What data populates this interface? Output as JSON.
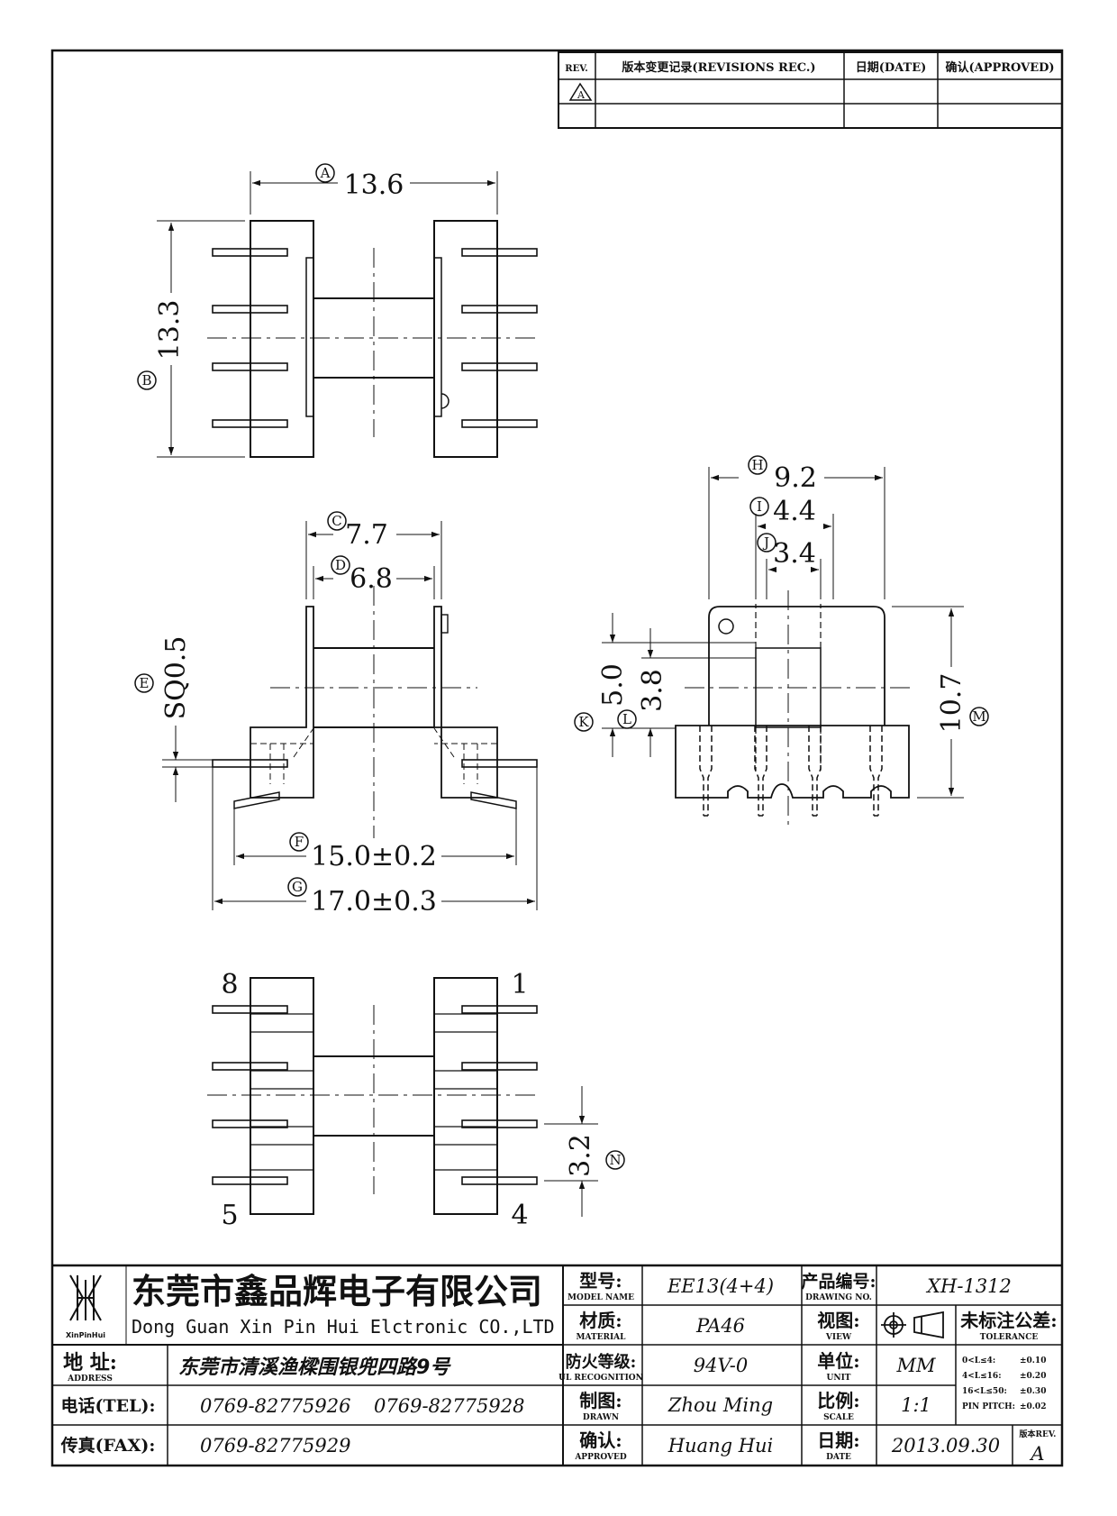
{
  "revision_table": {
    "col_rev": "REV.",
    "col_record": "版本变更记录(REVISIONS REC.)",
    "col_date": "日期(DATE)",
    "col_approved": "确认(APPROVED)",
    "rev_symbol": "A"
  },
  "dimensions": {
    "A": {
      "mark": "A",
      "value": "13.6"
    },
    "B": {
      "mark": "B",
      "value": "13.3"
    },
    "C": {
      "mark": "C",
      "value": "7.7"
    },
    "D": {
      "mark": "D",
      "value": "6.8"
    },
    "E": {
      "mark": "E",
      "value": "SQ0.5"
    },
    "F": {
      "mark": "F",
      "value": "15.0±0.2"
    },
    "G": {
      "mark": "G",
      "value": "17.0±0.3"
    },
    "H": {
      "mark": "H",
      "value": "9.2"
    },
    "I": {
      "mark": "I",
      "value": "4.4"
    },
    "J": {
      "mark": "J",
      "value": "3.4"
    },
    "K": {
      "mark": "K",
      "value": "5.0"
    },
    "L": {
      "mark": "L",
      "value": "3.8"
    },
    "M": {
      "mark": "M",
      "value": "10.7"
    },
    "N": {
      "mark": "N",
      "value": "3.2"
    }
  },
  "pin_numbers": {
    "p8": "8",
    "p1": "1",
    "p5": "5",
    "p4": "4"
  },
  "title_block": {
    "company_cn": "东莞市鑫品辉电子有限公司",
    "company_en": "Dong Guan Xin Pin Hui Elctronic CO.,LTD",
    "logo_text": "XinPinHui",
    "model_label": "型号:",
    "model_label_en": "MODEL NAME",
    "model": "EE13(4+4)",
    "drawing_no_label": "产品编号:",
    "drawing_no_label_en": "DRAWING NO.",
    "drawing_no": "XH-1312",
    "material_label": "材质:",
    "material_label_en": "MATERIAL",
    "material": "PA46",
    "view_label": "视图:",
    "view_label_en": "VIEW",
    "tolerance_label": "未标注公差:",
    "tolerance_label_en": "TOLERANCE",
    "address_label": "地  址:",
    "address_label_en": "ADDRESS",
    "address": "东莞市清溪渔樑围银兜四路9号",
    "ul_label": "防火等级:",
    "ul_label_en": "UL RECOGNITION",
    "ul": "94V-0",
    "unit_label": "单位:",
    "unit_label_en": "UNIT",
    "unit": "MM",
    "tel_label": "电话(TEL):",
    "tel1": "0769-82775926",
    "tel2": "0769-82775928",
    "drawn_label": "制图:",
    "drawn_label_en": "DRAWN",
    "drawn": "Zhou Ming",
    "scale_label": "比例:",
    "scale_label_en": "SCALE",
    "scale": "1:1",
    "fax_label": "传真(FAX):",
    "fax": "0769-82775929",
    "approved_label": "确认:",
    "approved_label_en": "APPROVED",
    "approved": "Huang Hui",
    "date_label": "日期:",
    "date_label_en": "DATE",
    "date": "2013.09.30",
    "rev_label": "版本REV.",
    "rev": "A",
    "tol_rows": [
      {
        "range": "0<L≤4:",
        "tol": "±0.10"
      },
      {
        "range": "4<L≤16:",
        "tol": "±0.20"
      },
      {
        "range": "16<L≤50:",
        "tol": "±0.30"
      },
      {
        "range": "PIN PITCH:",
        "tol": "±0.02"
      }
    ]
  }
}
